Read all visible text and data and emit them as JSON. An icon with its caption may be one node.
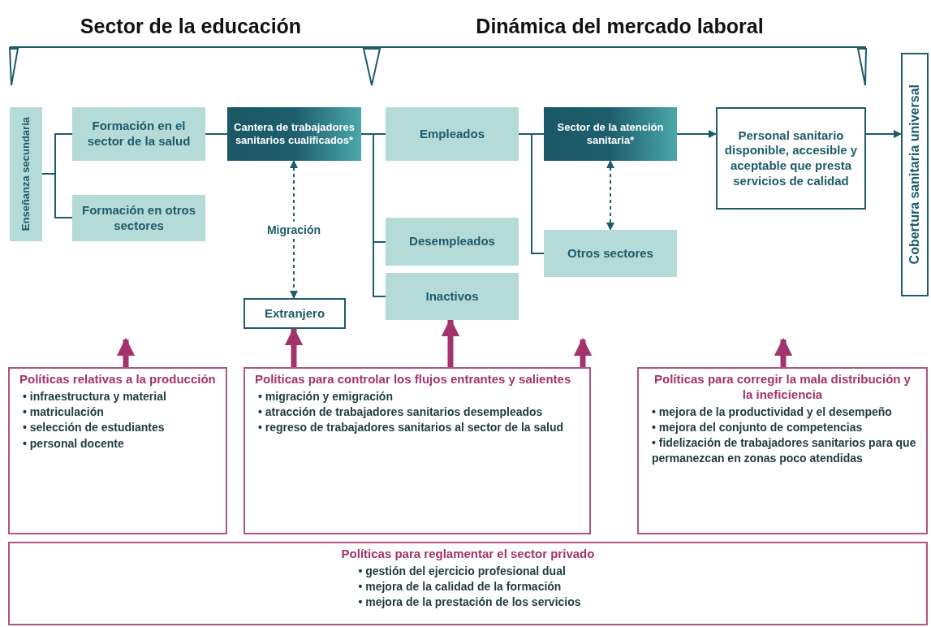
{
  "diagram": {
    "nodes": [
      {
        "text": [
          "Enseñanza secundaria"
        ]
      },
      {
        "text": [
          "Formación en el sector de la salud"
        ]
      },
      {
        "text": [
          "Formación en otros sectores"
        ]
      },
      {
        "text": [
          "Cantera de trabajadores sanitarios cualificados*"
        ]
      },
      {
        "text": [
          "Extranjero"
        ]
      },
      {
        "text": [
          "Empleados"
        ]
      },
      {
        "text": [
          "Desempleados"
        ]
      },
      {
        "text": [
          "Inactivos"
        ]
      },
      {
        "text": [
          "Sector de la atención sanitaria*"
        ]
      },
      {
        "text": [
          "Otros sectores"
        ]
      },
      {
        "text": [
          "Personal sanitario disponible, accesible y aceptable que presta servicios de calidad"
        ]
      },
      {
        "text": [
          "Cobertura sanitaria universal"
        ]
      },
      {
        "text": [
          "Políticas relativas a la producción",
          "• infraestructura y material",
          "• matriculación",
          "• selección de estudiantes",
          "• personal docente"
        ]
      },
      {
        "text": [
          "Políticas para controlar los flujos entrantes y salientes",
          "• migración y emigración",
          "• atracción de trabajadores sanitarios desempleados",
          "• regreso de trabajadores sanitarios al sector de la salud"
        ]
      },
      {
        "text": [
          "Políticas para corregir la mala distribución y la ineficiencia",
          "• mejora de la productividad y el desempeño",
          "• mejora del conjunto de competencias",
          "• fidelización de trabajadores sanitarios para que permanezcan en zonas poco atendidas"
        ]
      },
      {
        "text": [
          "Políticas para reglamentar el sector privado",
          "• gestión del ejercicio profesional dual",
          "• mejora de la calidad de la formación",
          "• mejora de la prestación de los servicios"
        ]
      }
    ],
    "edges": [
      {
        "from": 0,
        "to": 1,
        "arrow": "none"
      },
      {
        "from": 0,
        "to": 2,
        "arrow": "none"
      },
      {
        "from": 1,
        "to": 3,
        "arrow": "none"
      },
      {
        "from": 3,
        "to": 4,
        "arrow": "both",
        "style": "dashed",
        "label": "Migración"
      },
      {
        "from": 3,
        "to": 5,
        "arrow": "none"
      },
      {
        "from": 3,
        "to": 6,
        "arrow": "none"
      },
      {
        "from": 3,
        "to": 7,
        "arrow": "none"
      },
      {
        "from": 5,
        "to": 8,
        "arrow": "none"
      },
      {
        "from": 5,
        "to": 9,
        "arrow": "none"
      },
      {
        "from": 8,
        "to": 9,
        "arrow": "both",
        "style": "dashed"
      },
      {
        "from": 8,
        "to": 10,
        "arrow": "to"
      },
      {
        "from": 10,
        "to": 11,
        "arrow": "to"
      },
      {
        "from": 12,
        "to": null,
        "arrow": "to",
        "style": "thick",
        "color": "#a3336b"
      },
      {
        "from": 13,
        "to": 4,
        "arrow": "to",
        "style": "thick",
        "color": "#a3336b"
      },
      {
        "from": 13,
        "to": 7,
        "arrow": "to",
        "style": "thick",
        "color": "#a3336b"
      },
      {
        "from": 13,
        "to": null,
        "arrow": "to",
        "style": "thick",
        "color": "#a3336b"
      },
      {
        "from": 14,
        "to": null,
        "arrow": "to",
        "style": "thick",
        "color": "#a3336b"
      }
    ],
    "labels": [
      "Sector de la educación",
      "Dinámica del mercado laboral"
    ]
  }
}
